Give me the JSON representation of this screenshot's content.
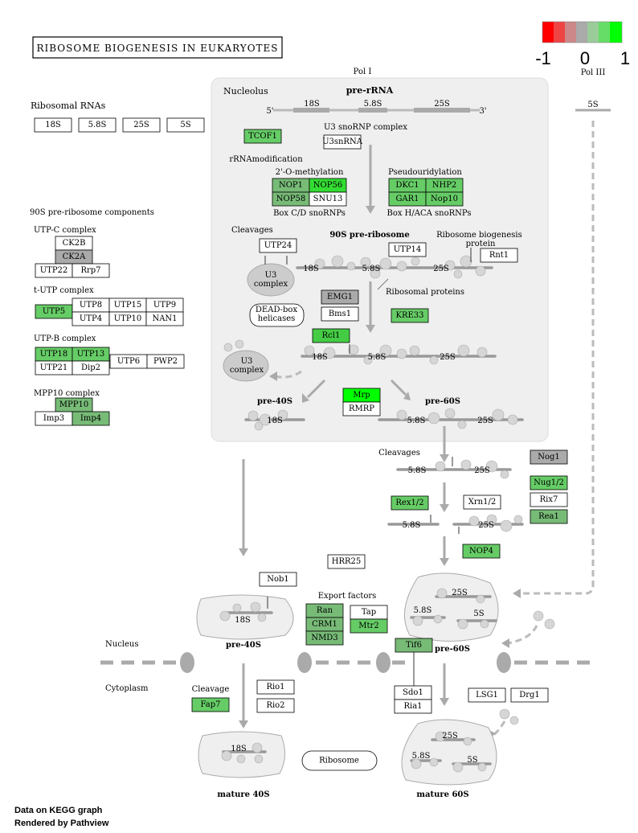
{
  "title": "RIBOSOME BIOGENESIS IN EUKARYOTES",
  "legend": {
    "min_label": "-1",
    "mid_label": "0",
    "max_label": "1",
    "colors": [
      "#ff0000",
      "#e55",
      "#c88",
      "#aaa",
      "#9c9",
      "#6d6",
      "#00ff00"
    ]
  },
  "colors": {
    "up_strong": "#33dd33",
    "up_mid": "#66cc66",
    "up_weak": "#88bb88",
    "neutral": "#aaaaaa",
    "none": "#ffffff"
  },
  "labels": {
    "pol1": "Pol I",
    "pol3": "Pol III",
    "nucleolus": "Nucleolus",
    "pre_rrna": "pre-rRNA",
    "r18s": "18S",
    "r58s": "5.8S",
    "r25s": "25S",
    "r5s": "5S",
    "five_prime": "5'",
    "three_prime": "3'",
    "ribosomal_rnas": "Ribosomal RNAs",
    "u3_complex_title": "U3 snoRNP  complex",
    "rrna_mod": "rRNAmodification",
    "methylation": "2'-O-methylation",
    "pseudouridylation": "Pseudouridylation",
    "box_cd": "Box C/D snoRNPs",
    "box_haca": "Box H/ACA snoRNPs",
    "components_90s": "90S pre-ribosome components",
    "utpc": "UTP-C complex",
    "tutp": "t-UTP complex",
    "utpb": "UTP-B complex",
    "mpp10c": "MPP10 complex",
    "cleavages": "Cleavages",
    "pre90s": "90S pre-ribosome",
    "ribo_biogenesis_protein": "Ribosome biogenesis\nprotein",
    "ribosomal_proteins": "Ribosomal proteins",
    "u3": "U3\ncomplex",
    "dead_box": "DEAD-box\nhelicases",
    "pre40s": "pre-40S",
    "pre60s": "pre-60S",
    "export_factors": "Export factors",
    "nucleus": "Nucleus",
    "cytoplasm": "Cytoplasm",
    "cleavage": "Cleavage",
    "ribosome": "Ribosome",
    "mature40s": "mature 40S",
    "mature60s": "mature 60S"
  },
  "genes": {
    "rrna_18s": "18S",
    "rrna_58s": "5.8S",
    "rrna_25s": "25S",
    "rrna_5s": "5S",
    "tcof1": "TCOF1",
    "u3snrna": "U3snRNA",
    "nop1": "NOP1",
    "nop56": "NOP56",
    "nop58": "NOP58",
    "snu13": "SNU13",
    "dkc1": "DKC1",
    "nhp2": "NHP2",
    "gar1": "GAR1",
    "nop10": "Nop10",
    "ck2b": "CK2B",
    "ck2a": "CK2A",
    "utp22": "UTP22",
    "rrp7": "Rrp7",
    "utp5": "UTP5",
    "utp8": "UTP8",
    "utp15": "UTP15",
    "utp9": "UTP9",
    "utp4": "UTP4",
    "utp10": "UTP10",
    "nan1": "NAN1",
    "utp18": "UTP18",
    "utp13": "UTP13",
    "utp6": "UTP6",
    "pwp2": "PWP2",
    "utp21": "UTP21",
    "dip2": "Dip2",
    "mpp10": "MPP10",
    "imp3": "Imp3",
    "imp4": "Imp4",
    "utp24": "UTP24",
    "utp14": "UTP14",
    "rnt1": "Rnt1",
    "emg1": "EMG1",
    "bms1": "Bms1",
    "kre33": "KRE33",
    "rcl1": "Rcl1",
    "mrp": "Mrp",
    "rmrp": "RMRP",
    "nog1": "Nog1",
    "nug1": "Nug1/2",
    "rix7": "Rix7",
    "rea1": "Rea1",
    "rex1": "Rex1/2",
    "xrn1": "Xrn1/2",
    "nop4": "NOP4",
    "hrr25": "HRR25",
    "nob1": "Nob1",
    "ran": "Ran",
    "crm1": "CRM1",
    "nmd3": "NMD3",
    "tap": "Tap",
    "mtr2": "Mtr2",
    "tif6": "Tif6",
    "rio1": "Rio1",
    "rio2": "Rio2",
    "fap7": "Fap7",
    "sdo1": "Sdo1",
    "ria1": "Ria1",
    "lsg1": "LSG1",
    "drg1": "Drg1"
  },
  "footer": {
    "line1": "Data on KEGG graph",
    "line2": "Rendered by Pathview"
  }
}
